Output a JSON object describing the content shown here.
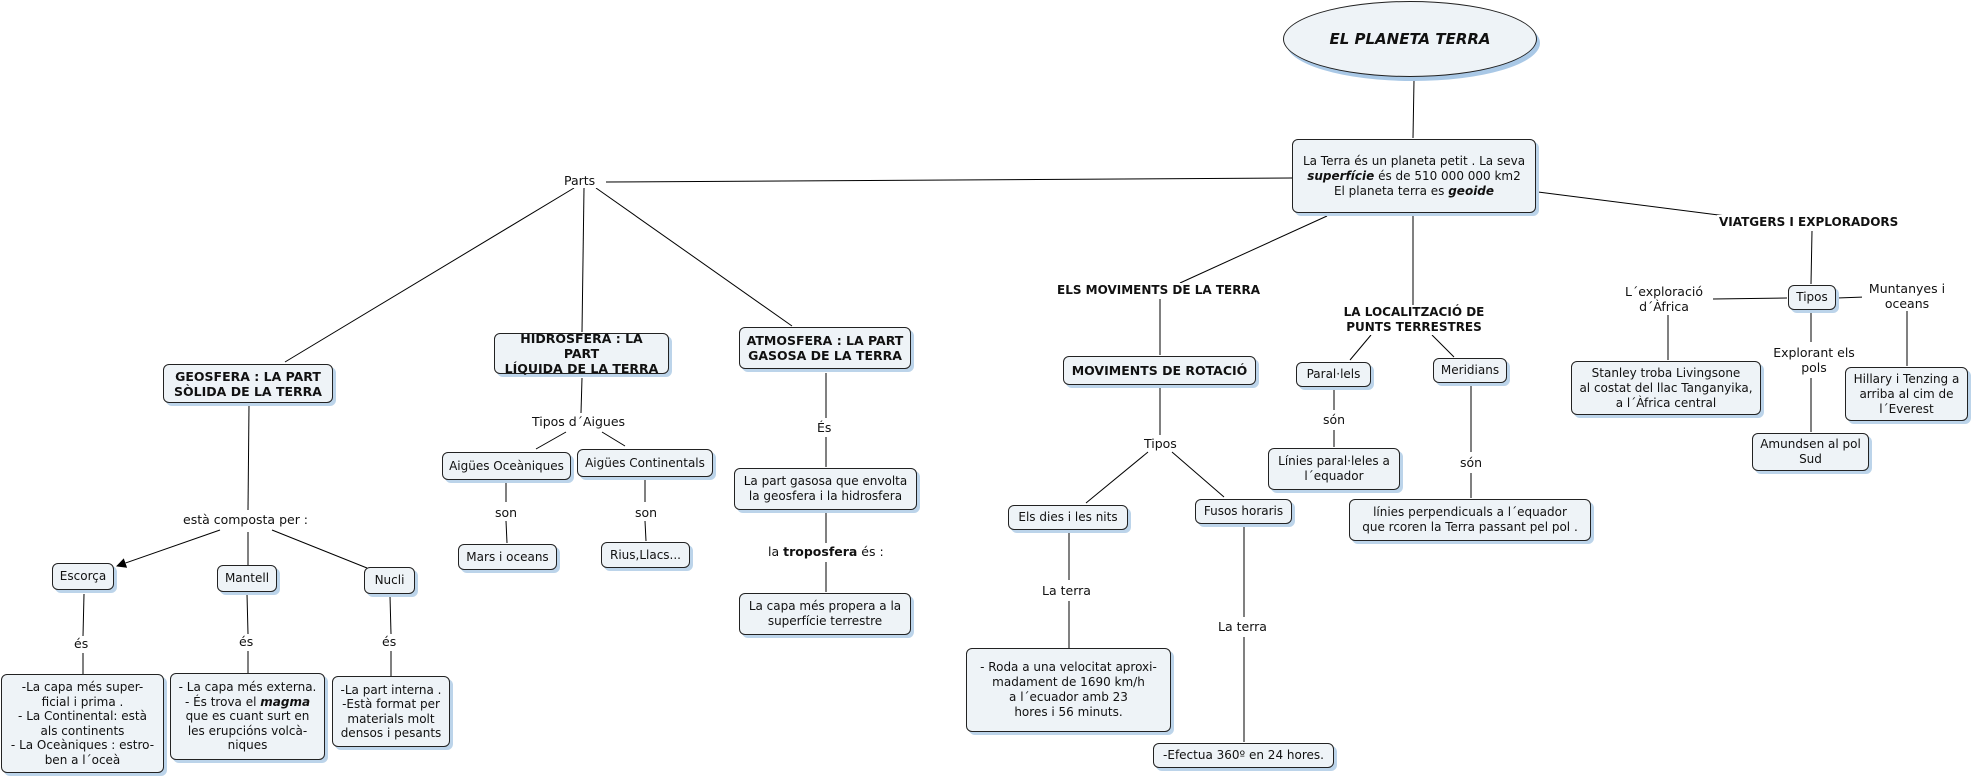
{
  "root": {
    "title": "EL PLANETA TERRA"
  },
  "hub": {
    "line1": "La Terra és un planeta petit . La seva",
    "line2a": "superfície",
    "line2b": " és de 510 000 000 km2",
    "line3a": "El planeta terra es ",
    "line3b": "geoide"
  },
  "labels": {
    "parts": "Parts",
    "moviments": "ELS MOVIMENTS DE LA TERRA",
    "localitzacio": "LA LOCALITZACIÓ DE\nPUNTS TERRESTRES",
    "viatgers": "VIATGERS I EXPLORADORS",
    "composta": "està composta per :",
    "es1": "és",
    "es2": "és",
    "es3": "és",
    "tipus_aigues": "Tipos d´Aigues",
    "son1": "son",
    "son2": "son",
    "es_atm": "És",
    "troposfera_pre": "la ",
    "troposfera_bold": "troposfera",
    "troposfera_post": " és :",
    "tipos_mov": "Tipos",
    "la_terra1": "La terra",
    "la_terra2": "La terra",
    "son_acc1": "són",
    "son_acc2": "són",
    "exploracio_africa": "L´exploració\nd´Àfrica",
    "muntanyes": "Muntanyes i\noceans",
    "explorant_pols": "Explorant els\npols"
  },
  "nodes": {
    "geosfera": "GEOSFERA : LA PART\nSÒLIDA DE LA TERRA",
    "hidrosfera": "HIDROSFERA : LA PART\nLÍQUIDA DE LA TERRA",
    "atmosfera": "ATMOSFERA : LA PART\nGASOSA DE LA TERRA",
    "escorca": "Escorça",
    "mantell": "Mantell",
    "nucli": "Nucli",
    "escorca_desc": "-La capa més super-\nficial i prima .\n- La Continental: està\nals continents\n- La Oceàniques : estro-\nben a l´oceà",
    "mantell_desc_1": "- La capa més externa.\n- És trova el ",
    "mantell_desc_bold": "magma",
    "mantell_desc_2": "\nque es cuant surt en\nles erupcións volcà-\nniques",
    "nucli_desc": "-La part interna .\n-Està format per\nmaterials molt\ndensos i pesants",
    "aigues_oceaniques": "Aigües Oceàniques",
    "aigues_continentals": "Aigües Continentals",
    "mars": "Mars i oceans",
    "rius": "Rius,Llacs...",
    "part_gasosa": "La part gasosa que envolta\nla geosfera i la hidrosfera",
    "capa_propera": "La capa més propera a la\nsuperfície terrestre",
    "moviments_rotacio": "MOVIMENTS DE ROTACIÓ",
    "dies_nits": "Els dies i les nits",
    "fusos": "Fusos horaris",
    "roda": "- Roda a una velocitat aproxi-\nmadament de 1690 km/h\na l´ecuador amb 23\nhores i 56 minuts.",
    "efectua": "-Efectua 360º en 24 hores.",
    "paralels": "Paral·lels",
    "meridians": "Meridians",
    "linies_paralleles": "Línies paral·leles a\nl´equador",
    "linies_perpend": "línies perpendicuals a l´equador\nque rcoren la Terra passant pel pol .",
    "tipos": "Tipos",
    "stanley": "Stanley troba Livingsone\nal costat del llac Tanganyika,\na l´Àfrica central",
    "amundsen": "Amundsen al pol\nSud",
    "hillary": "Hillary i Tenzing a\narriba al cim de\nl´Everest"
  }
}
